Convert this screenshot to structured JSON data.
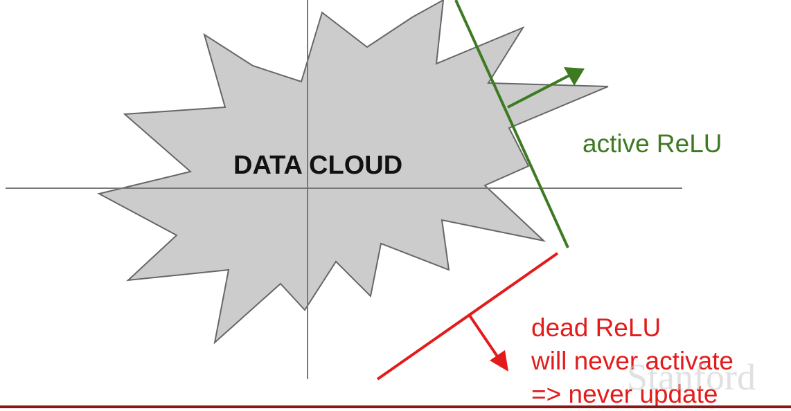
{
  "diagram": {
    "cloud_label": "DATA CLOUD",
    "active": {
      "label": "active ReLU",
      "color": "#3d7a22"
    },
    "dead": {
      "lines": [
        "dead ReLU",
        "will never activate",
        "=> never update"
      ],
      "color": "#e31b1b"
    },
    "cloud_fill": "#cccccc",
    "cloud_stroke": "#666666",
    "axis_color": "#777777"
  },
  "watermark": {
    "text": "Stanford"
  },
  "bottom_bar_color": "#8c1515"
}
